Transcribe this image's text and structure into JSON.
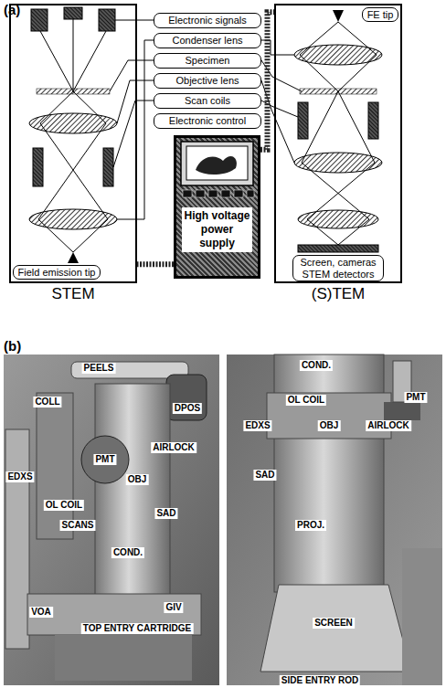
{
  "diagram": {
    "nodes": [
      {
        "text": [
          "STEM"
        ]
      },
      {
        "text": [
          "Electronic signals"
        ]
      },
      {
        "text": [
          "Condenser lens"
        ]
      },
      {
        "text": [
          "Specimen"
        ]
      },
      {
        "text": [
          "Objective lens"
        ]
      },
      {
        "text": [
          "Scan coils"
        ]
      },
      {
        "text": [
          "Electronic control"
        ]
      },
      {
        "text": [
          "(S)TEM"
        ]
      },
      {
        "text": [
          "FE tip"
        ],
        "in": 7
      },
      {
        "text": [
          "High voltage power supply"
        ]
      },
      {
        "text": [
          "Field emission tip"
        ],
        "in": 0
      },
      {
        "text": [
          "Screen, cameras STEM detectors"
        ],
        "in": 7
      }
    ],
    "edges": [
      {
        "from": 9,
        "to": 0,
        "arrow": "none"
      },
      {
        "from": 9,
        "to": 7,
        "arrow": "none"
      }
    ],
    "labels": [
      "(a)",
      "(b)",
      "PEELS",
      "COLL",
      "DPOS",
      "PMT",
      "AIRLOCK",
      "OBJ",
      "EDXS",
      "OL COIL",
      "SAD",
      "SCANS",
      "COND.",
      "GIV",
      "VOA",
      "TOP ENTRY CARTRIDGE",
      "COND.",
      "PMT",
      "OL COIL",
      "EDXS",
      "OBJ",
      "AIRLOCK",
      "SAD",
      "PROJ.",
      "SCREEN",
      "SIDE ENTRY ROD"
    ]
  }
}
